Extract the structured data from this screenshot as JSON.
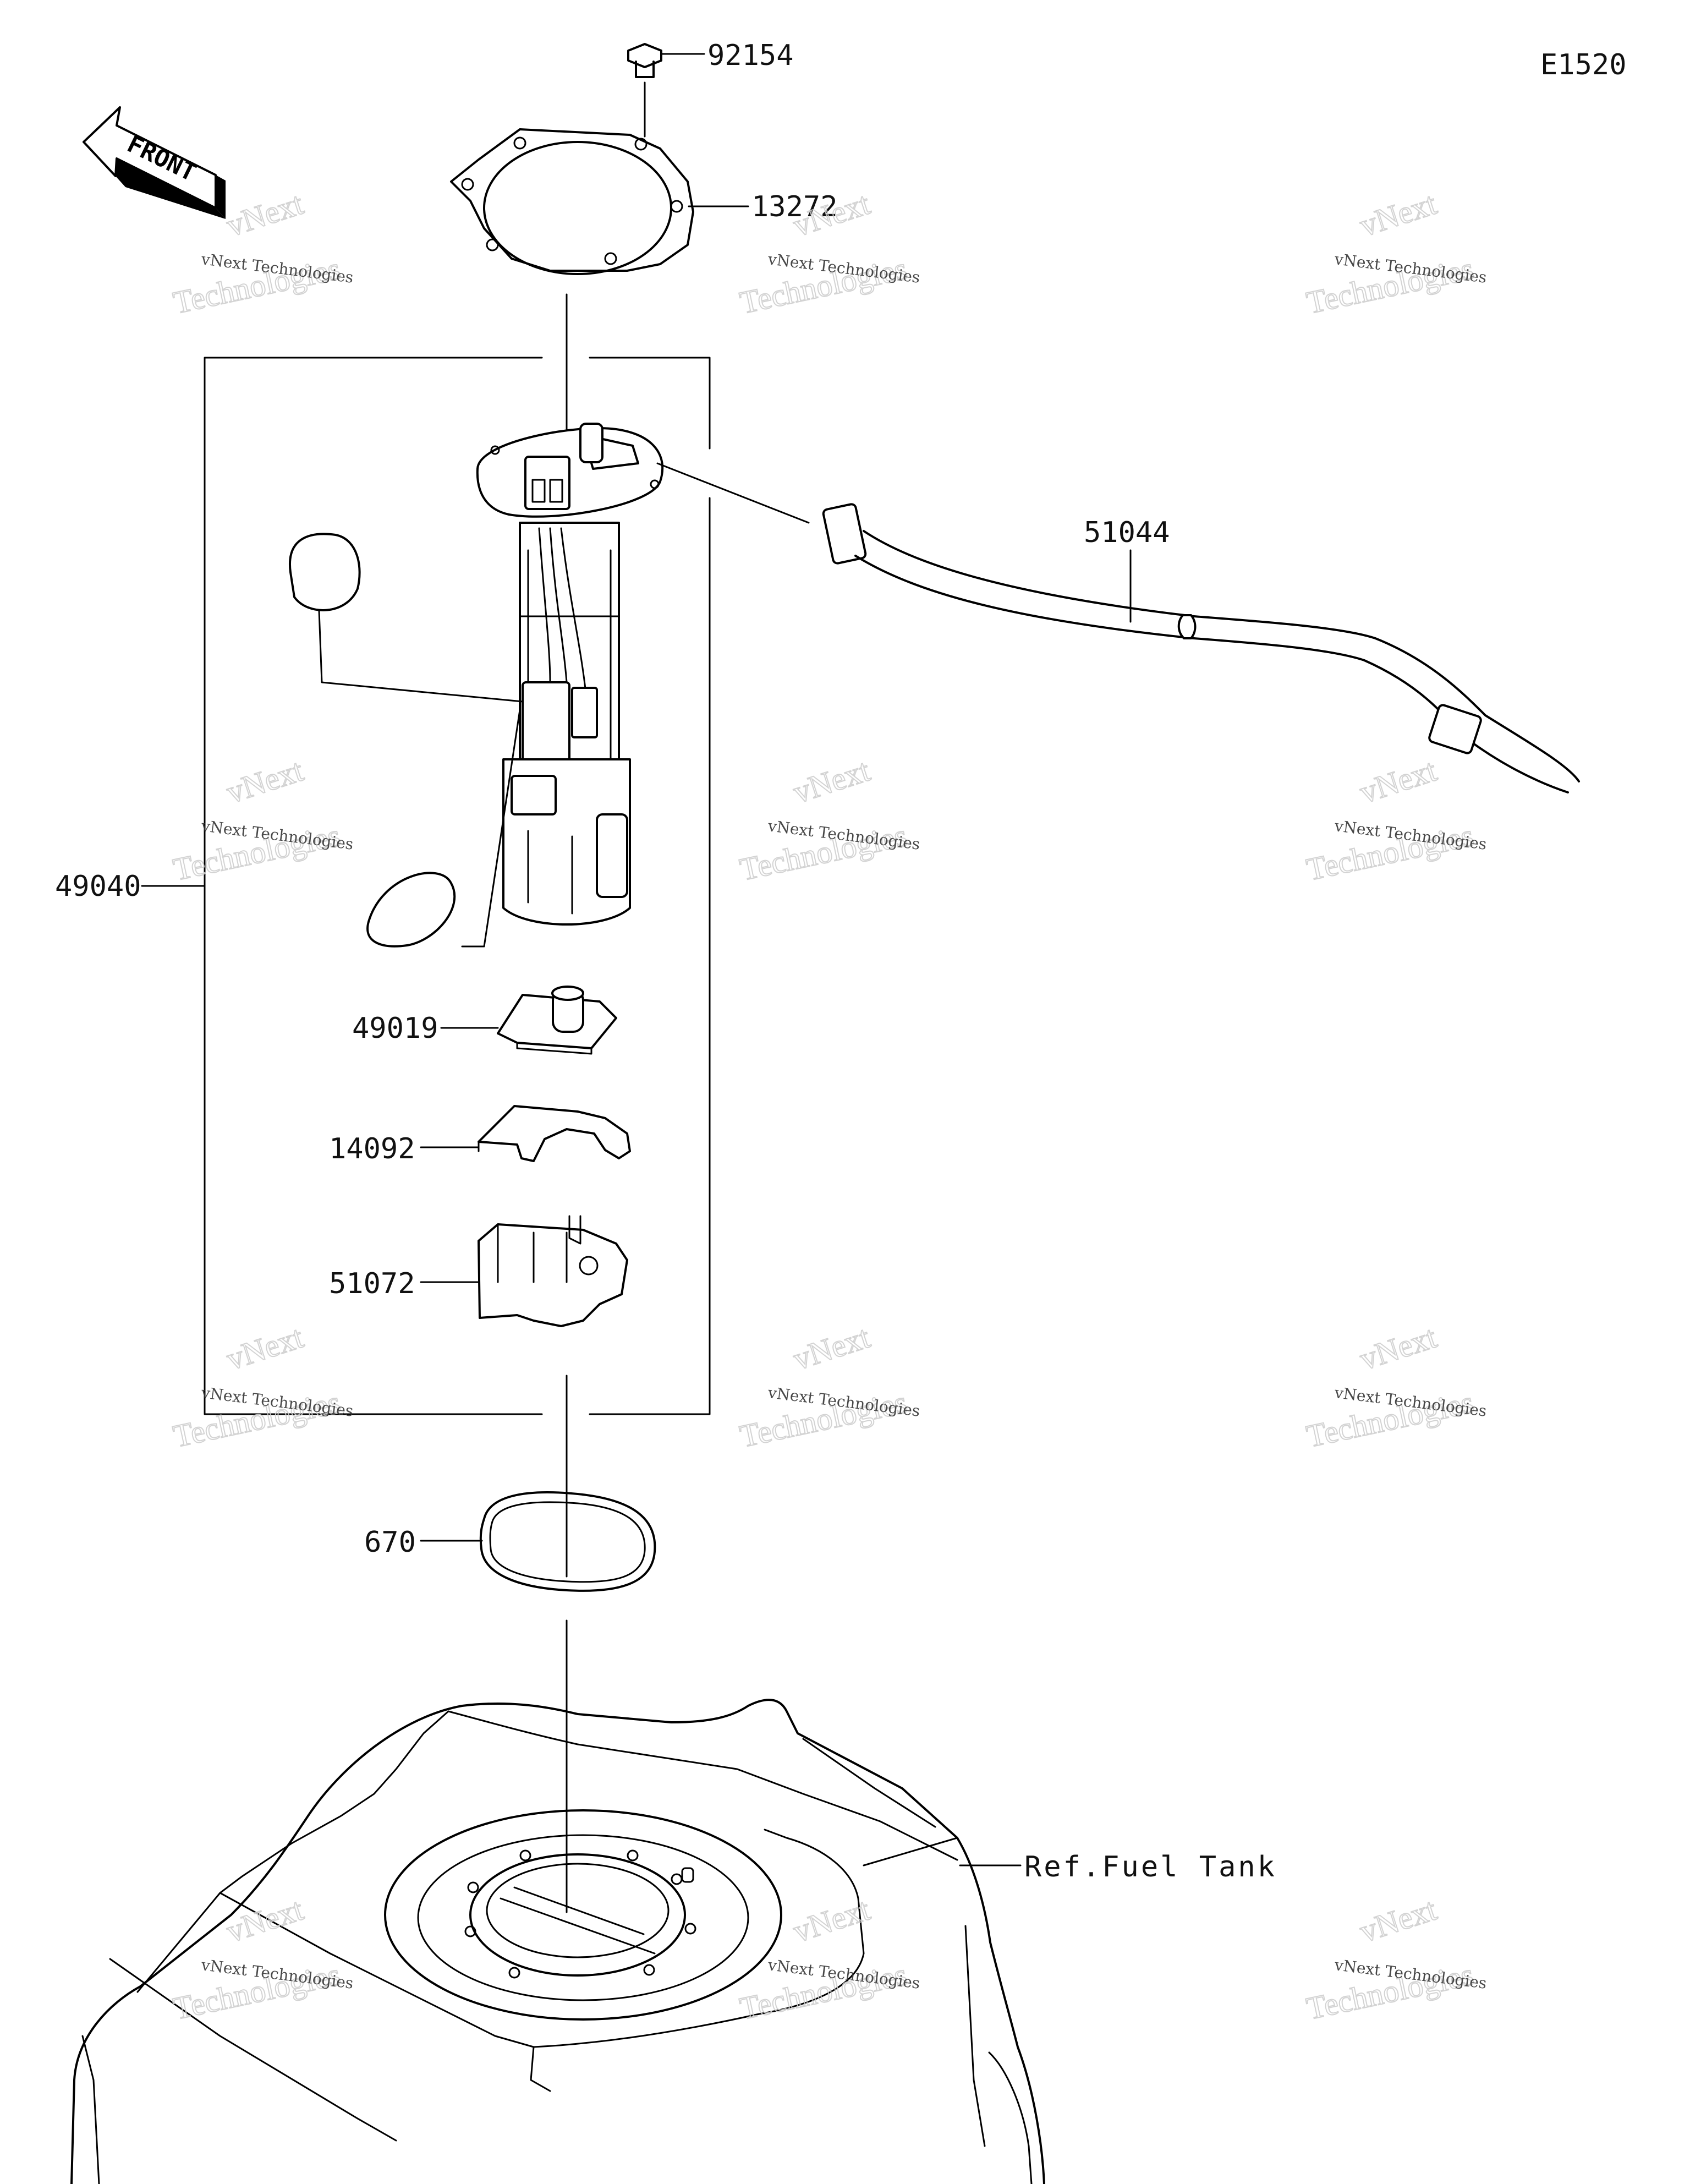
{
  "diagram_code": "E1520",
  "front_arrow": {
    "label": "FRONT"
  },
  "parts": [
    {
      "id": "bolt",
      "number": "92154",
      "icon": "bolt-icon"
    },
    {
      "id": "gasket",
      "number": "13272",
      "icon": "gasket-icon"
    },
    {
      "id": "hose",
      "number": "51044",
      "icon": "fuel-hose-icon"
    },
    {
      "id": "pump-assembly",
      "number": "49040",
      "icon": "fuel-pump-icon"
    },
    {
      "id": "filter",
      "number": "49019",
      "icon": "fuel-filter-icon"
    },
    {
      "id": "cover",
      "number": "14092",
      "icon": "cover-icon"
    },
    {
      "id": "holder",
      "number": "51072",
      "icon": "holder-icon"
    },
    {
      "id": "o-ring",
      "number": "670",
      "icon": "o-ring-icon"
    }
  ],
  "reference": {
    "label": "Ref.Fuel Tank",
    "icon": "fuel-tank-icon"
  },
  "watermark": {
    "big": "vNext",
    "big2": "Technologies",
    "small": "vNext Technologies"
  }
}
